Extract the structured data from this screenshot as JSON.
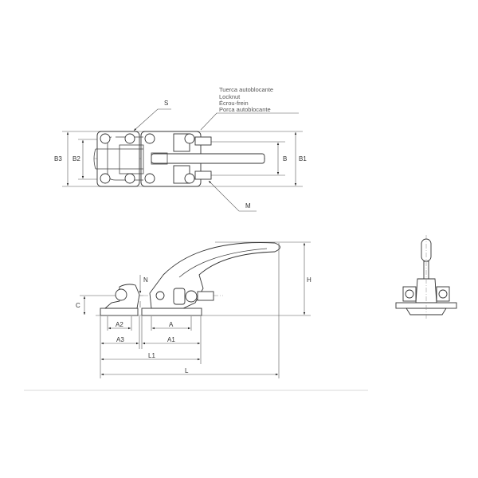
{
  "top_view": {
    "locknut_labels": [
      "Tuerca autoblocante",
      "Locknut",
      "Écrou-frein",
      "Porca autoblocante"
    ],
    "dims": {
      "s": "S",
      "m": "M",
      "b3": "B3",
      "b2": "B2",
      "b": "B",
      "b1": "B1"
    }
  },
  "side_view": {
    "dims": {
      "n": "N",
      "c": "C",
      "h": "H",
      "a2": "A2",
      "a": "A",
      "a3": "A3",
      "a1": "A1",
      "l1": "L1",
      "l": "L"
    }
  }
}
